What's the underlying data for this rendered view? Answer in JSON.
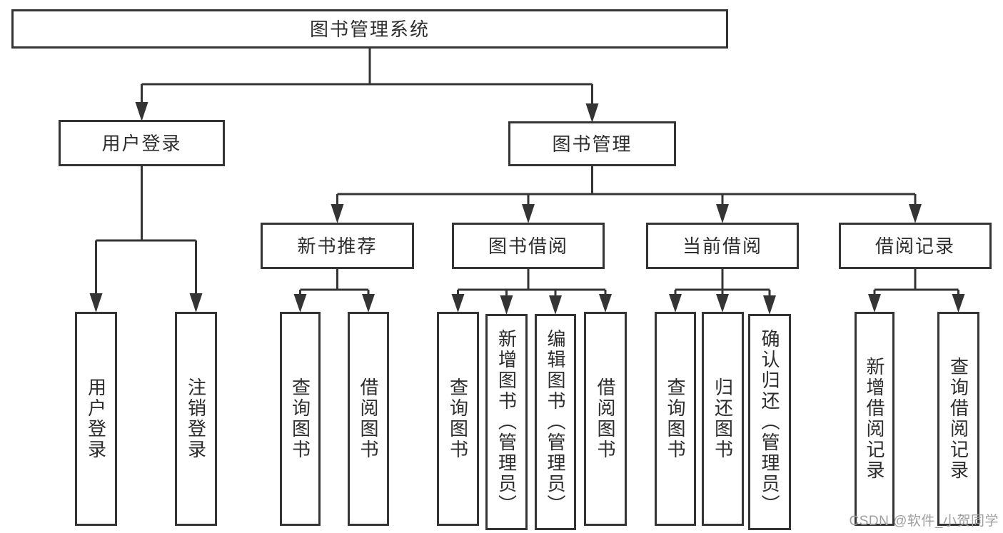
{
  "nodes": {
    "root": {
      "label": "图书管理系统"
    },
    "level2": {
      "user_login": {
        "label": "用户登录"
      },
      "book_management": {
        "label": "图书管理"
      }
    },
    "level3": {
      "new_book_recommend": {
        "label": "新书推荐"
      },
      "book_borrow": {
        "label": "图书借阅"
      },
      "current_borrow": {
        "label": "当前借阅"
      },
      "borrow_record": {
        "label": "借阅记录"
      }
    },
    "level4": {
      "user_login": {
        "label": "用户登录"
      },
      "logout": {
        "label": "注销登录"
      },
      "recommend_query_book": {
        "label": "查询图书"
      },
      "recommend_borrow_book": {
        "label": "借阅图书"
      },
      "borrow_query_book": {
        "label": "查询图书"
      },
      "borrow_add_book": {
        "label": "新增图书（管理员）"
      },
      "borrow_edit_book": {
        "label": "编辑图书（管理员）"
      },
      "borrow_borrow_book": {
        "label": "借阅图书"
      },
      "current_query_book": {
        "label": "查询图书"
      },
      "current_return_book": {
        "label": "归还图书"
      },
      "current_confirm_return": {
        "label": "确认归还（管理员）"
      },
      "record_add": {
        "label": "新增借阅记录"
      },
      "record_query": {
        "label": "查询借阅记录"
      }
    }
  },
  "watermark": {
    "text": "CSDN @软件_小贺同学"
  },
  "colors": {
    "line": "#343434",
    "box_border": "#343434",
    "text": "#2d2d2d",
    "background": "#ffffff",
    "watermark": "#9e9e9e"
  }
}
